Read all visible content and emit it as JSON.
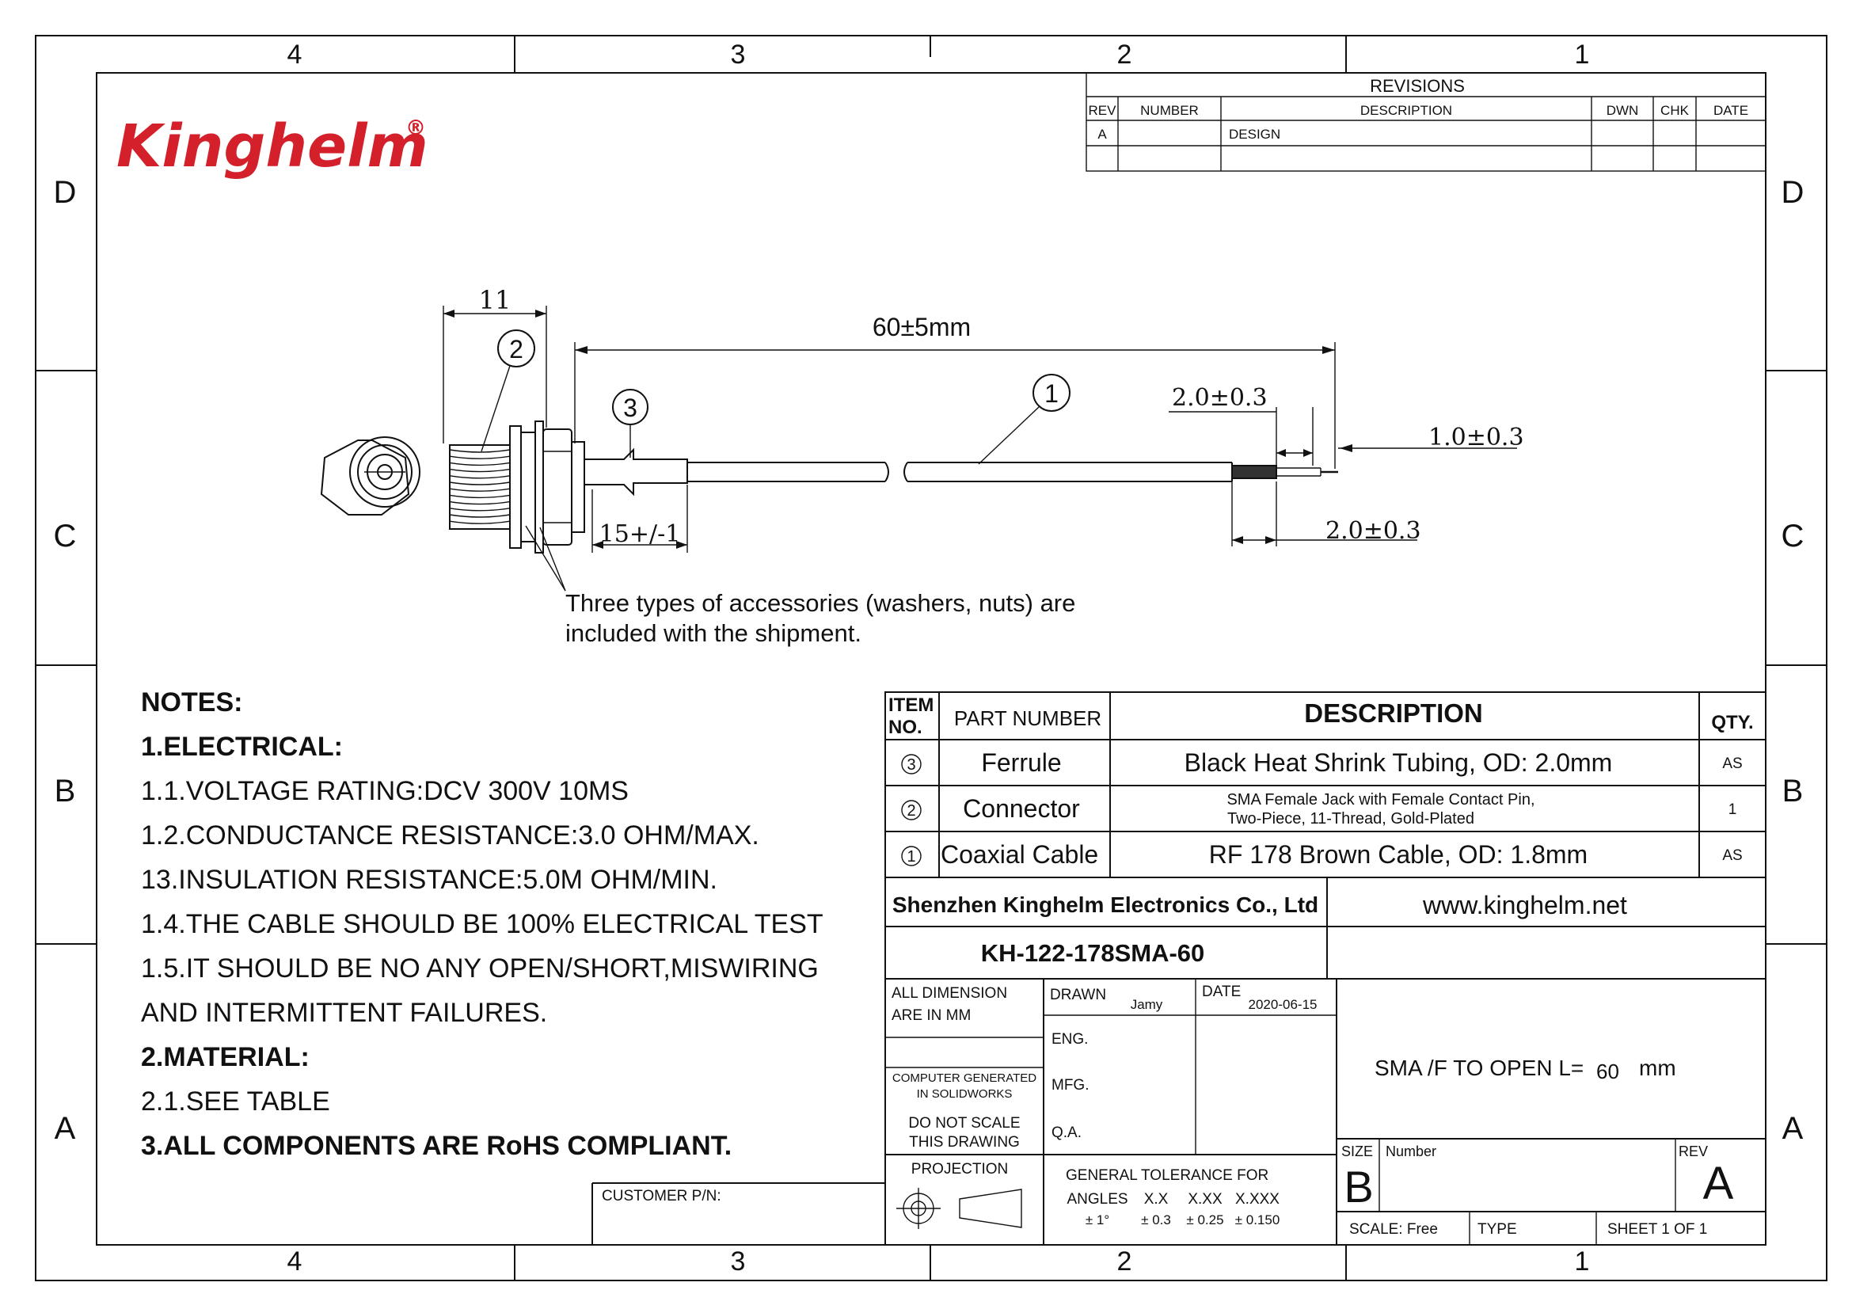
{
  "frame": {
    "zones_top": [
      "4",
      "3",
      "2",
      "1"
    ],
    "zones_side": [
      "D",
      "C",
      "B",
      "A"
    ]
  },
  "logo": {
    "text": "Kinghelm",
    "mark": "®",
    "color": "#d3202a"
  },
  "revisions": {
    "title": "REVISIONS",
    "headers": {
      "rev": "REV",
      "number": "NUMBER",
      "description": "DESCRIPTION",
      "dwn": "DWN",
      "chk": "CHK",
      "date": "DATE"
    },
    "row": {
      "rev": "A",
      "number": "",
      "description": "DESIGN",
      "dwn": "",
      "chk": "",
      "date": ""
    }
  },
  "dimensions": {
    "d11": "11",
    "length": "60±5mm",
    "ferrule": "15+/-1",
    "strip_top": "2.0±0.3",
    "conductor": "1.0±0.3",
    "strip_bottom": "2.0±0.3"
  },
  "callouts": {
    "c1": "1",
    "c2": "2",
    "c3": "3"
  },
  "accessories_note": {
    "line1": "Three types of accessories (washers, nuts) are",
    "line2": "included with the shipment."
  },
  "notes": [
    {
      "text": "NOTES:",
      "bold": true
    },
    {
      "text": "1.ELECTRICAL:",
      "bold": true
    },
    {
      "text": "1.1.VOLTAGE RATING:DCV 300V 10MS",
      "bold": false
    },
    {
      "text": "1.2.CONDUCTANCE RESISTANCE:3.0 OHM/MAX.",
      "bold": false
    },
    {
      "text": "13.INSULATION RESISTANCE:5.0M OHM/MIN.",
      "bold": false
    },
    {
      "text": "1.4.THE CABLE SHOULD BE 100% ELECTRICAL TEST",
      "bold": false
    },
    {
      "text": "1.5.IT SHOULD BE NO ANY OPEN/SHORT,MISWIRING",
      "bold": false
    },
    {
      "text": "AND INTERMITTENT FAILURES.",
      "bold": false
    },
    {
      "text": "2.MATERIAL:",
      "bold": true
    },
    {
      "text": "2.1.SEE TABLE",
      "bold": false
    },
    {
      "text": "3.ALL COMPONENTS ARE RoHS COMPLIANT.",
      "bold": true
    }
  ],
  "bom": {
    "headers": {
      "item_l1": "ITEM",
      "item_l2": "NO.",
      "part": "PART NUMBER",
      "description": "DESCRIPTION",
      "qty": "QTY."
    },
    "rows": [
      {
        "item": "3",
        "part": "Ferrule",
        "desc1": "Black Heat Shrink Tubing, OD: 2.0mm",
        "desc2": "",
        "qty": "AS"
      },
      {
        "item": "2",
        "part": "Connector",
        "desc1": "SMA Female Jack with Female Contact Pin,",
        "desc2": "Two-Piece, 11-Thread, Gold-Plated",
        "qty": "1"
      },
      {
        "item": "1",
        "part": "Coaxial Cable",
        "desc1": "RF 178 Brown Cable, OD: 1.8mm",
        "desc2": "",
        "qty": "AS"
      }
    ]
  },
  "title_block": {
    "company": "Shenzhen Kinghelm Electronics Co., Ltd",
    "website": "www.kinghelm.net",
    "part_no": "KH-122-178SMA-60",
    "dim_l1": "ALL DIMENSION",
    "dim_l2": "ARE IN MM",
    "drawn_label": "DRAWN",
    "drawn_value": "Jamy",
    "date_label": "DATE",
    "date_value": "2020-06-15",
    "eng": "ENG.",
    "mfg": "MFG.",
    "qa": "Q.A.",
    "computer_l1": "COMPUTER GENERATED",
    "computer_l2": "IN SOLIDWORKS",
    "noscale_l1": "DO NOT SCALE",
    "noscale_l2": "THIS DRAWING",
    "projection": "PROJECTION",
    "tol_title": "GENERAL TOLERANCE FOR",
    "tol_headers": [
      "ANGLES",
      "X.X",
      "X.XX",
      "X.XXX"
    ],
    "tol_values": [
      "± 1°",
      "± 0.3",
      "± 0.25",
      "± 0.150"
    ],
    "drawing_title_a": "SMA /F TO OPEN  L=",
    "drawing_title_b": "60",
    "drawing_title_c": "mm",
    "size_label": "SIZE",
    "size_value": "B",
    "number_label": "Number",
    "rev_label": "REV",
    "rev_value": "A",
    "scale": "SCALE:  Free",
    "type": "TYPE",
    "sheet": "SHEET   1     OF    1",
    "customer_pn": "CUSTOMER P/N:"
  }
}
